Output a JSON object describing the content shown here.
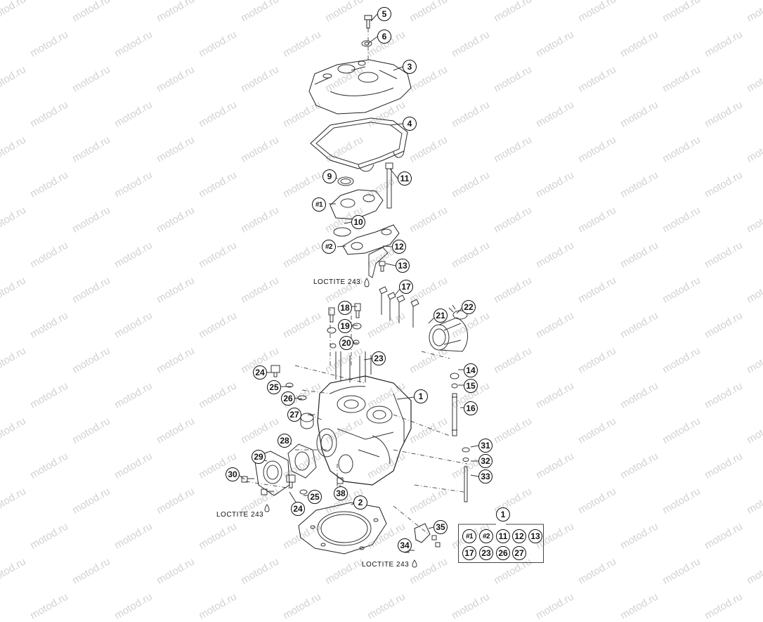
{
  "watermark": "motod.ru",
  "loctite_label": "LOCTITE 243",
  "callouts": {
    "c5": "5",
    "c6": "6",
    "c3": "3",
    "c4": "4",
    "c9": "9",
    "c11": "11",
    "h1": "#1",
    "c10": "10",
    "h2": "#2",
    "c12": "12",
    "c13": "13",
    "c17": "17",
    "c18": "18",
    "c19": "19",
    "c20": "20",
    "c21": "21",
    "c22": "22",
    "c23": "23",
    "c24a": "24",
    "c25a": "25",
    "c26": "26",
    "c27": "27",
    "c1": "1",
    "c14": "14",
    "c15": "15",
    "c16": "16",
    "c28": "28",
    "c29": "29",
    "c30": "30",
    "c31": "31",
    "c32": "32",
    "c33": "33",
    "c38": "38",
    "c25b": "25",
    "c24b": "24",
    "c2": "2",
    "c35": "35",
    "c34": "34"
  },
  "kit": {
    "title": "1",
    "items": [
      "#1",
      "#2",
      "11",
      "12",
      "13",
      "17",
      "23",
      "26",
      "27"
    ]
  }
}
